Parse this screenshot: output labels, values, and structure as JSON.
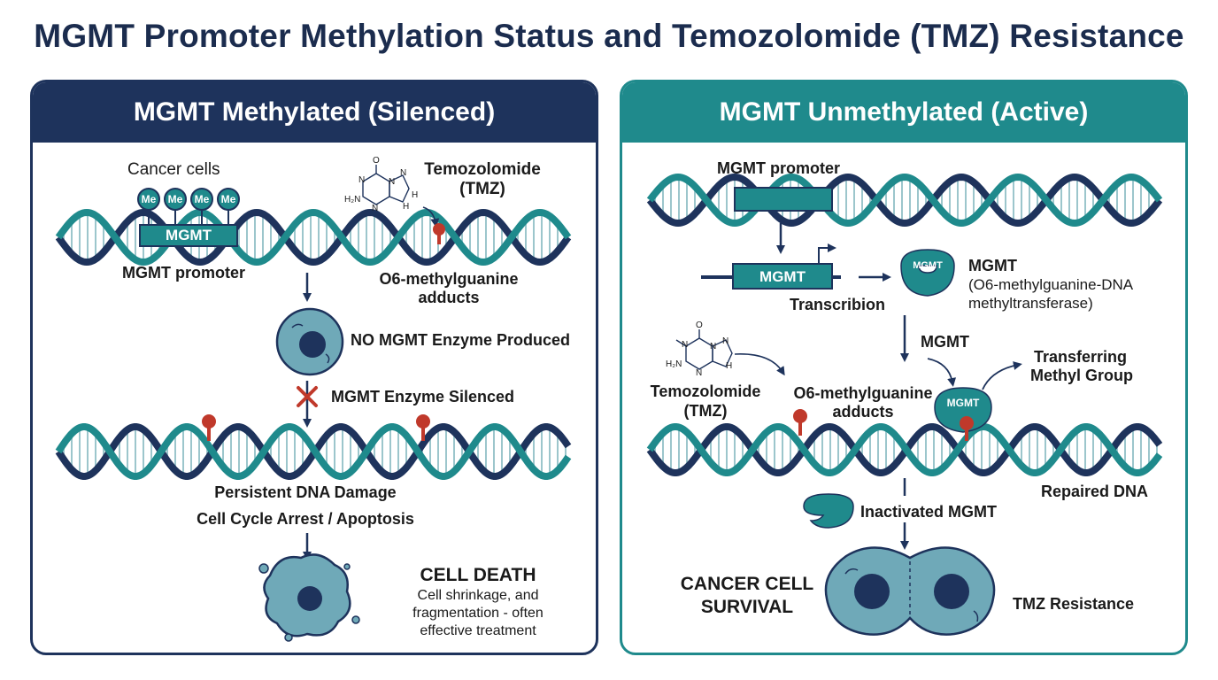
{
  "title": "MGMT Promoter Methylation Status and Temozolomide (TMZ) Resistance",
  "colors": {
    "navy": "#1e335c",
    "teal": "#1f8a8c",
    "cell_fill": "#6fa9b8",
    "adduct_red": "#c0392b"
  },
  "left": {
    "header": "MGMT Methylated (Silenced)",
    "cancer_cells": "Cancer cells",
    "methyl_tags": [
      "Me",
      "Me",
      "Me",
      "Me"
    ],
    "promoter_box": "MGMT",
    "promoter_label": "MGMT promoter",
    "tmz_line1": "Temozolomide",
    "tmz_line2": "(TMZ)",
    "molecule_labels": [
      "O",
      "H",
      "N",
      "N",
      "N",
      "H₂N",
      "N",
      "H"
    ],
    "adducts_line1": "O6-methylguanine",
    "adducts_line2": "adducts",
    "no_enzyme": "NO MGMT Enzyme Produced",
    "silenced": "MGMT Enzyme Silenced",
    "damage": "Persistent DNA Damage",
    "arrest": "Cell Cycle Arrest / Apoptosis",
    "death_title": "CELL DEATH",
    "death_line1": "Cell shrinkage, and",
    "death_line2": "fragmentation - often",
    "death_line3": "effective treatment"
  },
  "right": {
    "header": "MGMT Unmethylated (Active)",
    "promoter_label": "MGMT promoter",
    "gene_box": "MGMT",
    "transcription": "Transcribion",
    "enzyme_label": "MGMT",
    "enzyme_title": "MGMT",
    "enzyme_desc1": "(O6-methylguanine-DNA",
    "enzyme_desc2": "methyltransferase)",
    "mgmt_arrow_label": "MGMT",
    "transfer_line1": "Transferring",
    "transfer_line2": "Methyl Group",
    "molecule_labels": [
      "O",
      "N",
      "N",
      "H₂N",
      "N",
      "N",
      "H"
    ],
    "tmz_line1": "Temozolomide",
    "tmz_line2": "(TMZ)",
    "adducts_line1": "O6-methylguanine",
    "adducts_line2": "adducts",
    "bound_enzyme": "MGMT",
    "repaired": "Repaired DNA",
    "inactivated": "Inactivated MGMT",
    "survival_line1": "CANCER CELL",
    "survival_line2": "SURVIVAL",
    "resistance": "TMZ Resistance"
  }
}
